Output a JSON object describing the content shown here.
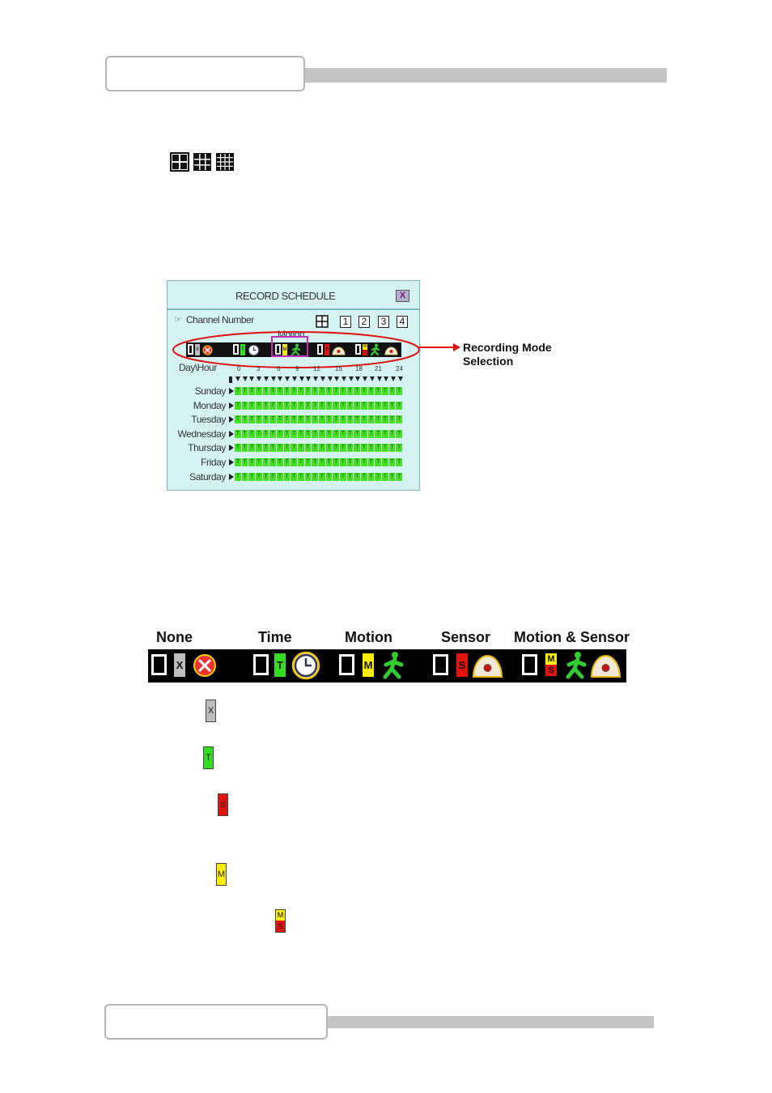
{
  "view_icons": [
    "grid-4-icon",
    "grid-9-icon",
    "grid-16-icon"
  ],
  "record_schedule": {
    "title": "RECORD SCHEDULE",
    "close_label": "X",
    "channel_label": "Channel Number",
    "channels": [
      "1",
      "2",
      "3",
      "4"
    ],
    "mode_hint": "Motion",
    "day_hour_label": "Day\\Hour",
    "hours": [
      "0",
      "3",
      "6",
      "9",
      "12",
      "15",
      "18",
      "21",
      "24"
    ],
    "days": [
      "Sunday",
      "Monday",
      "Tuesday",
      "Wednesday",
      "Thursday",
      "Friday",
      "Saturday"
    ],
    "cell_mark": "T",
    "cells_per_day": 24
  },
  "callout": {
    "line1": "Recording Mode",
    "line2": "Selection"
  },
  "legend": {
    "labels": [
      "None",
      "Time",
      "Motion",
      "Sensor",
      "Motion & Sensor"
    ],
    "tags": {
      "none": "X",
      "time": "T",
      "motion": "M",
      "sensor": "S",
      "motion_sensor_top": "M",
      "motion_sensor_bottom": "S"
    }
  },
  "colors": {
    "none": "#bdbdbd",
    "time": "#33dd22",
    "motion": "#ffee00",
    "sensor": "#e3140f",
    "window_bg": "#d6f3f3",
    "highlight_ellipse": "#e01010",
    "selected_box": "#c02cc0"
  },
  "mode_tags": {
    "x": "X",
    "t": "T",
    "m": "M",
    "s": "S"
  }
}
